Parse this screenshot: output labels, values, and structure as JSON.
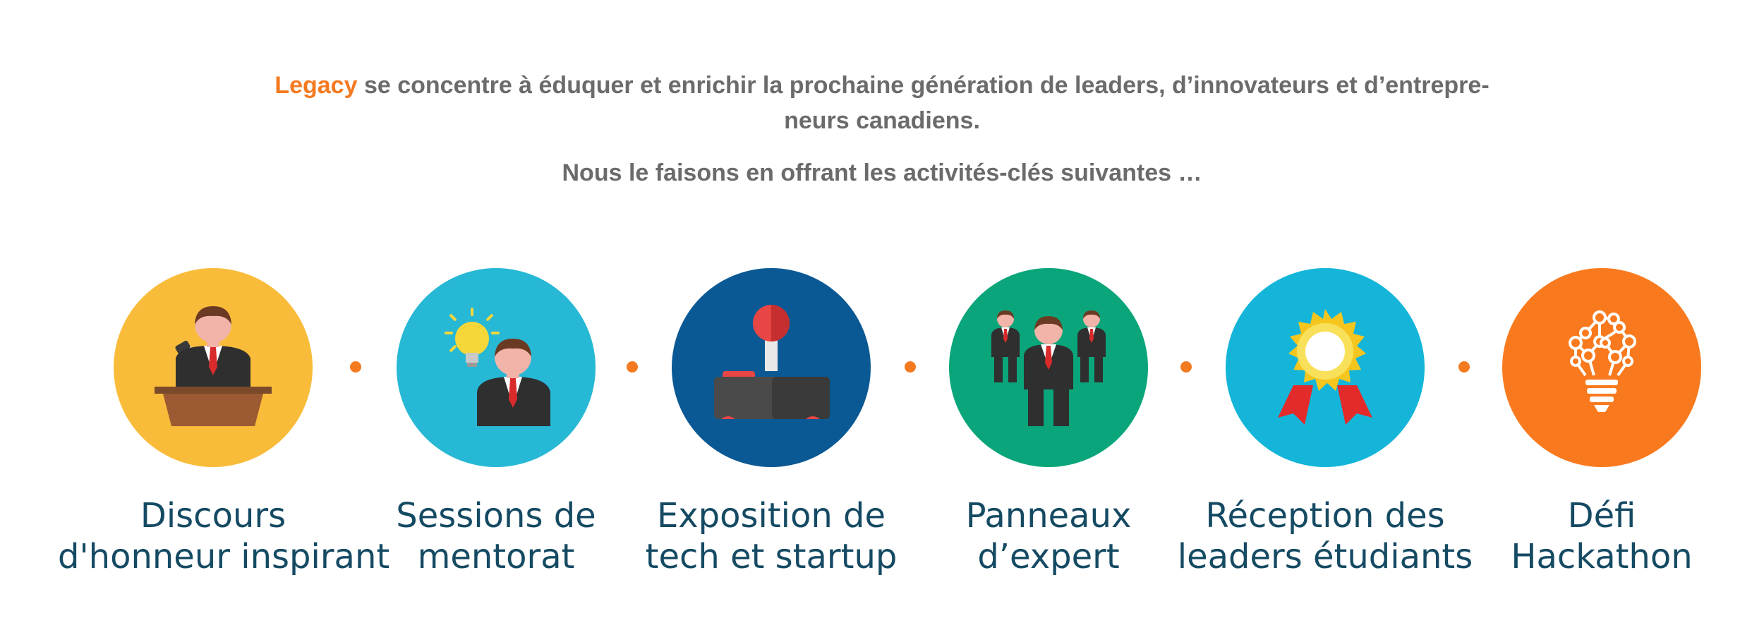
{
  "intro": {
    "brand": "Legacy",
    "line1_rest": " se concentre à éduquer et enrichir la prochaine génération de leaders, d’innovateurs et d’entrepre-",
    "line1_cont": "neurs canadiens.",
    "line2": "Nous le faisons en offrant les activités-clés suivantes …"
  },
  "activities": [
    {
      "line1": "Discours",
      "line2": "d'honneur inspirant",
      "color": "#f9bc3a",
      "icon": "speaker-podium-icon"
    },
    {
      "line1": "Sessions de",
      "line2": "mentorat",
      "color": "#26b8d5",
      "icon": "mentor-lightbulb-icon"
    },
    {
      "line1": "Exposition de",
      "line2": "tech et startup",
      "color": "#0b5994",
      "icon": "joystick-icon"
    },
    {
      "line1": "Panneaux",
      "line2": "d’expert",
      "color": "#0aa57a",
      "icon": "expert-panel-icon"
    },
    {
      "line1": "Réception des",
      "line2": "leaders étudiants",
      "color": "#14b5d9",
      "icon": "award-medal-icon"
    },
    {
      "line1": "Défi",
      "line2": "Hackathon",
      "color": "#f97a1e",
      "icon": "circuit-bulb-icon"
    }
  ],
  "colors": {
    "accent": "#f47a20",
    "heading_text": "#6b6b6b",
    "label_text": "#154a63"
  }
}
